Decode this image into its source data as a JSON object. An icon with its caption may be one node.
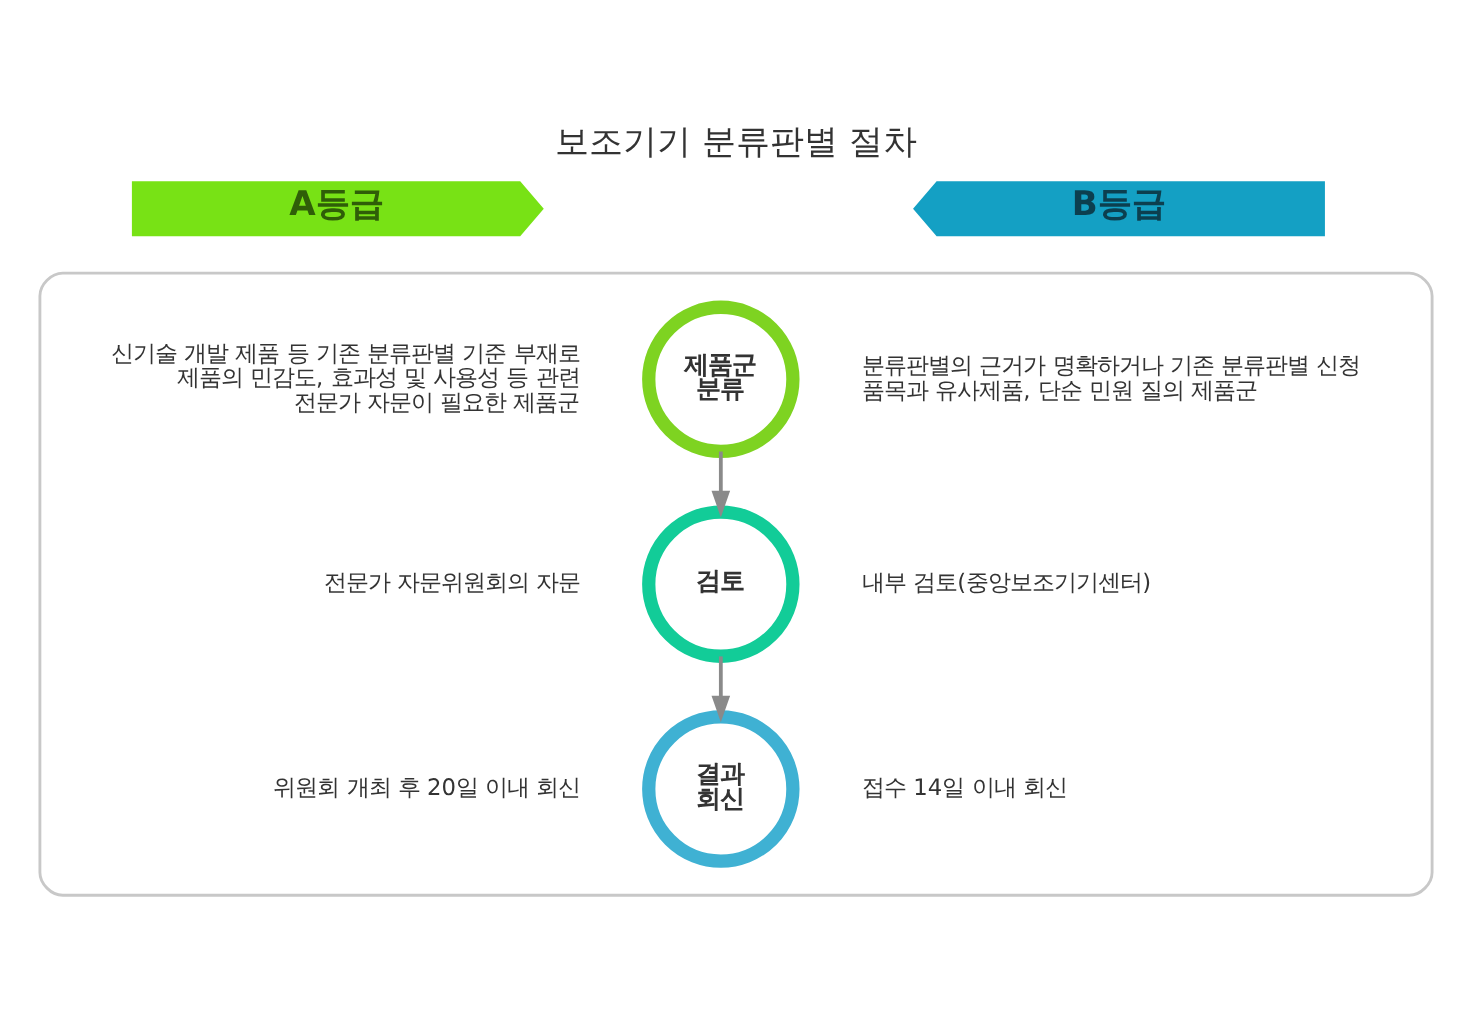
{
  "diagram": {
    "title": "보조기기 분류판별 절차",
    "nodes": [
      {
        "text": [
          "A등급"
        ]
      },
      {
        "text": [
          "B등급"
        ]
      },
      {
        "text": [],
        "shape": "box"
      },
      {
        "text": [
          "제품군 분류"
        ],
        "in": 2,
        "beside": [
          "신기술 개발 제품 등 기존 분류판별 기준 부재로 제품의 민감도, 효과성 및 사용성 등 관련 전문가 자문이 필요한 제품군",
          "분류판별의 근거가 명확하거나 기존 분류판별 신청 품목과 유사제품, 단순 민원 질의 제품군"
        ]
      },
      {
        "text": [
          "검토"
        ],
        "in": 2,
        "beside": [
          "전문가 자문위원회의 자문",
          "내부 검토(중앙보조기기센터)"
        ]
      },
      {
        "text": [
          "결과 회신"
        ],
        "in": 2,
        "beside": [
          "위원회 개최 후 20일 이내 회신",
          "접수 14일 이내 회신"
        ]
      }
    ],
    "edges": [
      {
        "from": 3,
        "to": 4,
        "arrow": "to"
      },
      {
        "from": 4,
        "to": 5,
        "arrow": "to"
      }
    ]
  }
}
